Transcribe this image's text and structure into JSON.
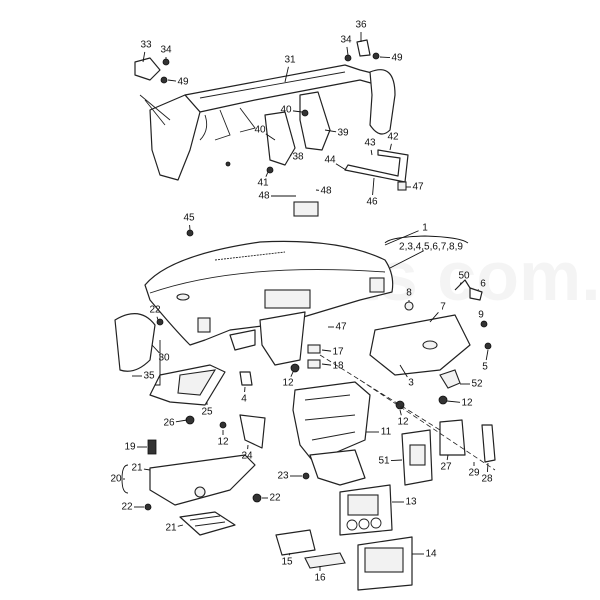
{
  "diagram": {
    "title": "Dashboard / cross member exploded parts diagram",
    "watermark": "Xparts com.ua",
    "callouts": [
      "36",
      "34",
      "49",
      "33",
      "34",
      "49",
      "31",
      "40",
      "40",
      "39",
      "38",
      "41",
      "44",
      "43",
      "42",
      "47",
      "46",
      "48",
      "48",
      "45",
      "1",
      "2,3,4,5,6,7,8,9",
      "50",
      "6",
      "8",
      "7",
      "22",
      "47",
      "9",
      "5",
      "30",
      "35",
      "17",
      "18",
      "12",
      "4",
      "3",
      "52",
      "12",
      "25",
      "26",
      "12",
      "12",
      "11",
      "24",
      "19",
      "21",
      "20",
      "22",
      "22",
      "21",
      "23",
      "13",
      "51",
      "27",
      "29",
      "28",
      "14",
      "15",
      "16"
    ]
  }
}
